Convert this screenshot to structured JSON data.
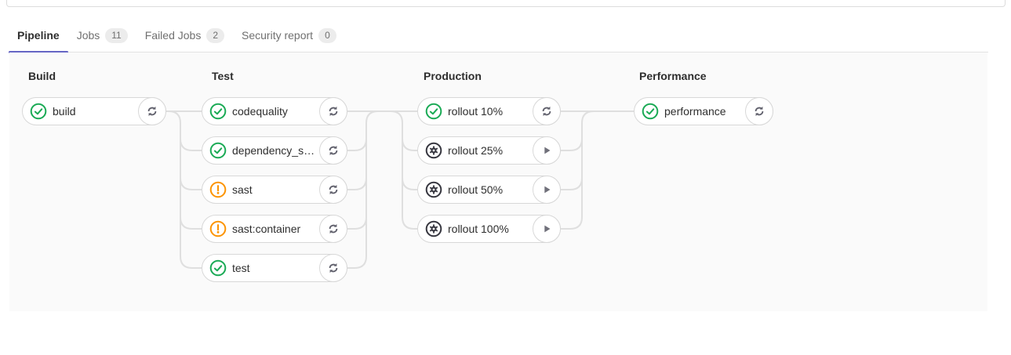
{
  "tabs": {
    "items": [
      {
        "label": "Pipeline",
        "active": true
      },
      {
        "label": "Jobs",
        "badge": "11"
      },
      {
        "label": "Failed Jobs",
        "badge": "2"
      },
      {
        "label": "Security report",
        "badge": "0"
      }
    ]
  },
  "pipeline": {
    "stages": [
      {
        "name": "Build",
        "jobs": [
          {
            "name": "build",
            "status": "success",
            "action": "retry"
          }
        ]
      },
      {
        "name": "Test",
        "jobs": [
          {
            "name": "codequality",
            "status": "success",
            "action": "retry"
          },
          {
            "name": "dependency_s…",
            "status": "success",
            "action": "retry"
          },
          {
            "name": "sast",
            "status": "warning",
            "action": "retry"
          },
          {
            "name": "sast:container",
            "status": "warning",
            "action": "retry"
          },
          {
            "name": "test",
            "status": "success",
            "action": "retry"
          }
        ]
      },
      {
        "name": "Production",
        "jobs": [
          {
            "name": "rollout 10%",
            "status": "success",
            "action": "retry"
          },
          {
            "name": "rollout 25%",
            "status": "manual",
            "action": "play"
          },
          {
            "name": "rollout 50%",
            "status": "manual",
            "action": "play"
          },
          {
            "name": "rollout 100%",
            "status": "manual",
            "action": "play"
          }
        ]
      },
      {
        "name": "Performance",
        "jobs": [
          {
            "name": "performance",
            "status": "success",
            "action": "retry"
          }
        ]
      }
    ]
  },
  "colors": {
    "success": "#1aaa55",
    "warning": "#fc9403",
    "manual": "#36363f",
    "tab_active_underline": "#6666c4",
    "connector": "#dfdfdf",
    "graph_background": "#fafafa"
  }
}
